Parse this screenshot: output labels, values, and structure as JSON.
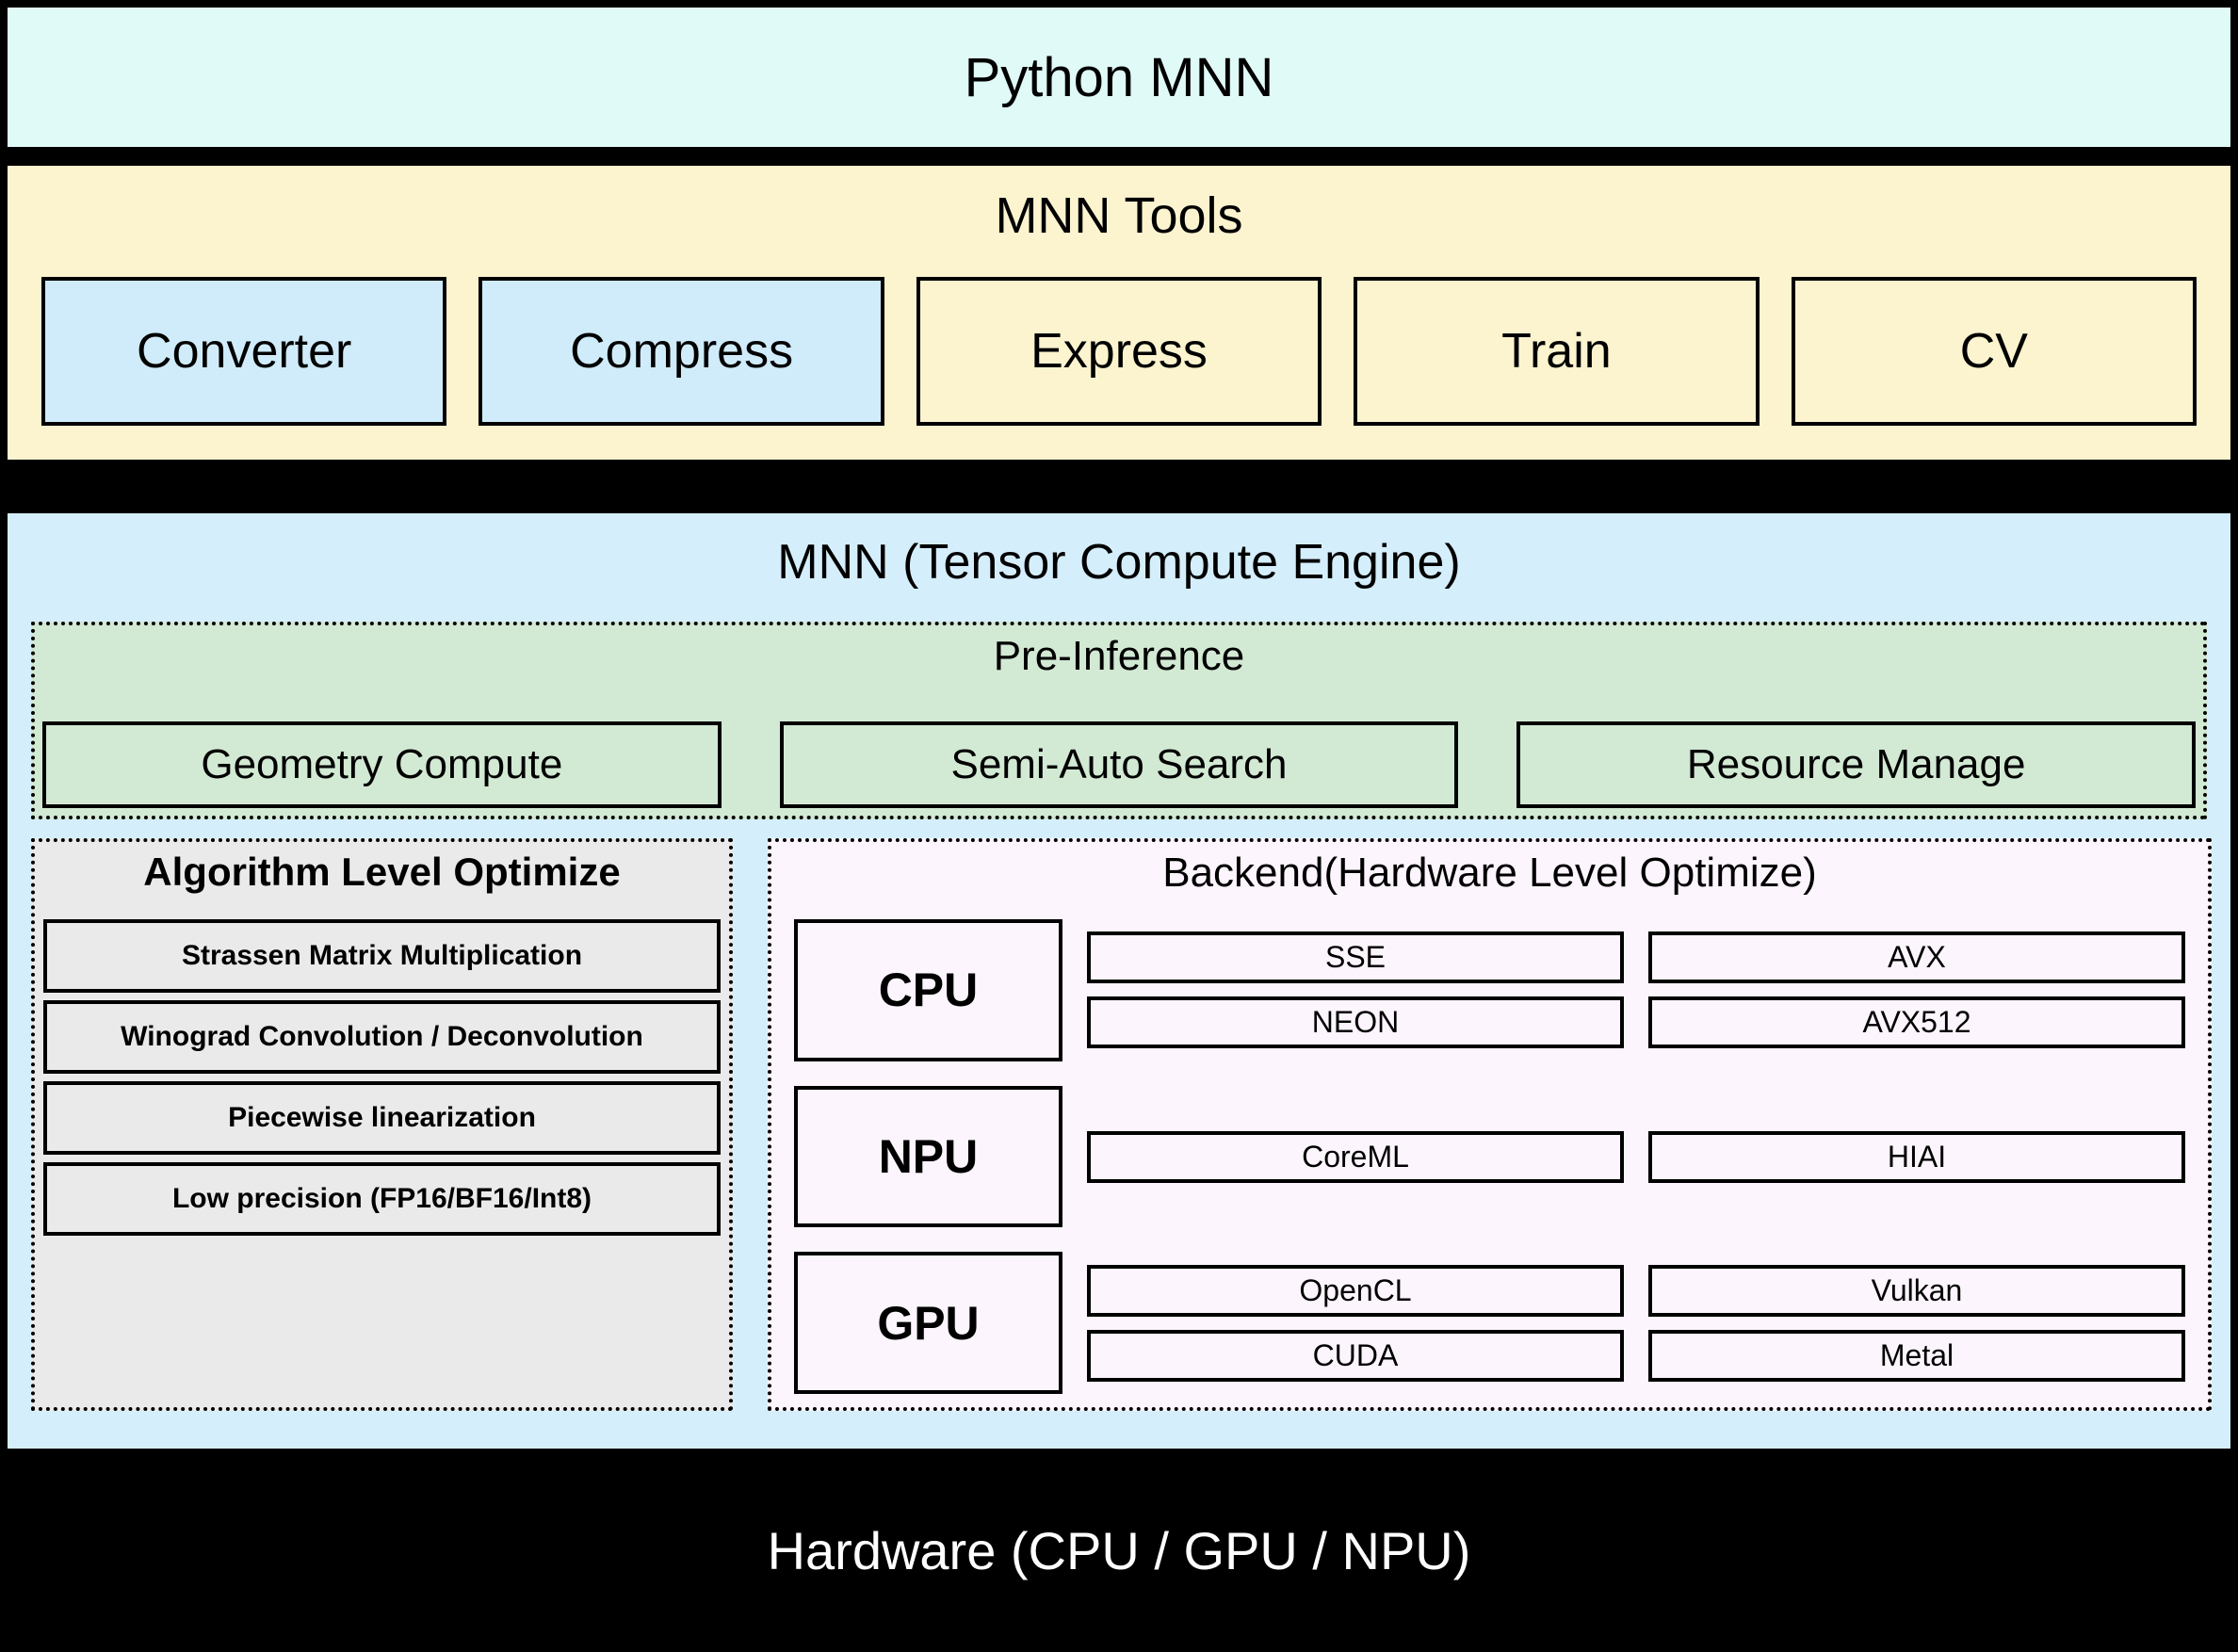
{
  "python_layer": {
    "title": "Python MNN"
  },
  "tools_layer": {
    "title": "MNN Tools",
    "items": [
      {
        "label": "Converter",
        "fill": "#d0ecfa"
      },
      {
        "label": "Compress",
        "fill": "#d0ecfa"
      },
      {
        "label": "Express",
        "fill": "#fbf4cf"
      },
      {
        "label": "Train",
        "fill": "#fbf4cf"
      },
      {
        "label": "CV",
        "fill": "#fbf4cf"
      }
    ]
  },
  "engine_layer": {
    "title": "MNN (Tensor Compute Engine)",
    "pre_inference": {
      "title": "Pre-Inference",
      "items": [
        {
          "label": "Geometry Compute"
        },
        {
          "label": "Semi-Auto Search"
        },
        {
          "label": "Resource Manage"
        }
      ]
    },
    "algorithm_optimize": {
      "title": "Algorithm Level Optimize",
      "items": [
        {
          "label": "Strassen Matrix Multiplication"
        },
        {
          "label": "Winograd Convolution / Deconvolution"
        },
        {
          "label": "Piecewise linearization"
        },
        {
          "label": "Low precision (FP16/BF16/Int8)"
        }
      ]
    },
    "backend": {
      "title": "Backend(Hardware Level Optimize)",
      "rows": [
        {
          "hardware": "CPU",
          "col_left": [
            "SSE",
            "NEON"
          ],
          "col_right": [
            "AVX",
            "AVX512"
          ]
        },
        {
          "hardware": "NPU",
          "col_left": [
            "CoreML"
          ],
          "col_right": [
            "HIAI"
          ]
        },
        {
          "hardware": "GPU",
          "col_left": [
            "OpenCL",
            "CUDA"
          ],
          "col_right": [
            "Vulkan",
            "Metal"
          ]
        }
      ]
    }
  },
  "hardware_layer": {
    "title": "Hardware (CPU / GPU / NPU)"
  },
  "colors": {
    "background": "#000000",
    "python_fill": "#e0faf7",
    "tools_fill": "#fbf4cf",
    "tools_highlight_fill": "#d0ecfa",
    "engine_fill": "#d5eefc",
    "preinference_fill": "#d2e9d4",
    "algorithm_fill": "#eaeaea",
    "backend_fill": "#fcf5fd",
    "hardware_fill": "#000000",
    "hardware_text": "#ffffff",
    "border": "#000000"
  }
}
